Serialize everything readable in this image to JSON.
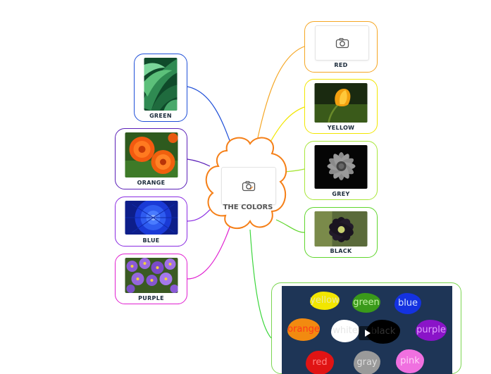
{
  "central": {
    "title": "THE COLORS",
    "border_color": "#f57f17",
    "icon": "image-placeholder-icon"
  },
  "branches": {
    "green": {
      "label": "GREEN",
      "color": "#1f4fd8",
      "image": "green-leaves-photo"
    },
    "orange": {
      "label": "ORANGE",
      "color": "#5a1fb8",
      "image": "orange-zinnia-photo"
    },
    "blue": {
      "label": "BLUE",
      "color": "#8a2be2",
      "image": "blue-dahlia-photo"
    },
    "purple": {
      "label": "PURPLE",
      "color": "#e020d0",
      "image": "purple-aster-photo"
    },
    "red": {
      "label": "RED",
      "color": "#f5a623",
      "image": "image-placeholder-icon"
    },
    "yellow": {
      "label": "YELLOW",
      "color": "#f2e600",
      "image": "yellow-tulip-photo"
    },
    "grey": {
      "label": "GREY",
      "color": "#a8e63a",
      "image": "grey-flower-photo"
    },
    "black": {
      "label": "BLACK",
      "color": "#5fd62b",
      "image": "black-hellebore-photo"
    },
    "video": {
      "color": "#3cd63c",
      "media": "colors-video-thumbnail",
      "play_icon": "play-icon"
    }
  },
  "video_words": [
    {
      "word": "yellow",
      "color": "#f2e600",
      "text": "#e8e8a0"
    },
    {
      "word": "green",
      "color": "#3a9a1a",
      "text": "#bff0a0"
    },
    {
      "word": "blue",
      "color": "#1432e0",
      "text": "#cfe0ff"
    },
    {
      "word": "orange",
      "color": "#f28a10",
      "text": "#ff3a1a"
    },
    {
      "word": "white",
      "color": "#ffffff",
      "text": "#e6e6e6"
    },
    {
      "word": "black",
      "color": "#000000",
      "text": "#333333"
    },
    {
      "word": "purple",
      "color": "#8a14c8",
      "text": "#e0a0ff"
    },
    {
      "word": "red",
      "color": "#e01414",
      "text": "#ff8080"
    },
    {
      "word": "gray",
      "color": "#9a9a9a",
      "text": "#dddddd"
    },
    {
      "word": "pink",
      "color": "#f070e0",
      "text": "#ffd0f8"
    }
  ]
}
